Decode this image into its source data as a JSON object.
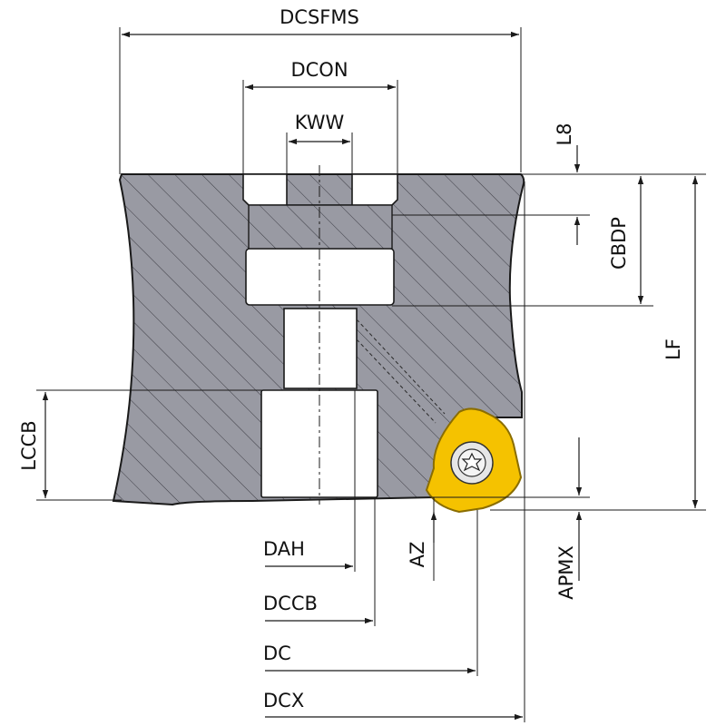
{
  "labels": {
    "dcsfms": "DCSFMS",
    "dcon": "DCON",
    "kww": "KWW",
    "l8": "L8",
    "cbdp": "CBDP",
    "lf": "LF",
    "lccb": "LCCB",
    "dah": "DAH",
    "az": "AZ",
    "apmx": "APMX",
    "dccb": "DCCB",
    "dc": "DC",
    "dcx": "DCX"
  },
  "colors": {
    "body_fill": "#999aa3",
    "hatch": "#3c3c44",
    "insert": "#f5c200",
    "insert_edge": "#8a6d00",
    "screw": "#e6e6e6",
    "line": "#1a1a1a"
  },
  "icons": {
    "screw": "torx-screw-icon"
  }
}
